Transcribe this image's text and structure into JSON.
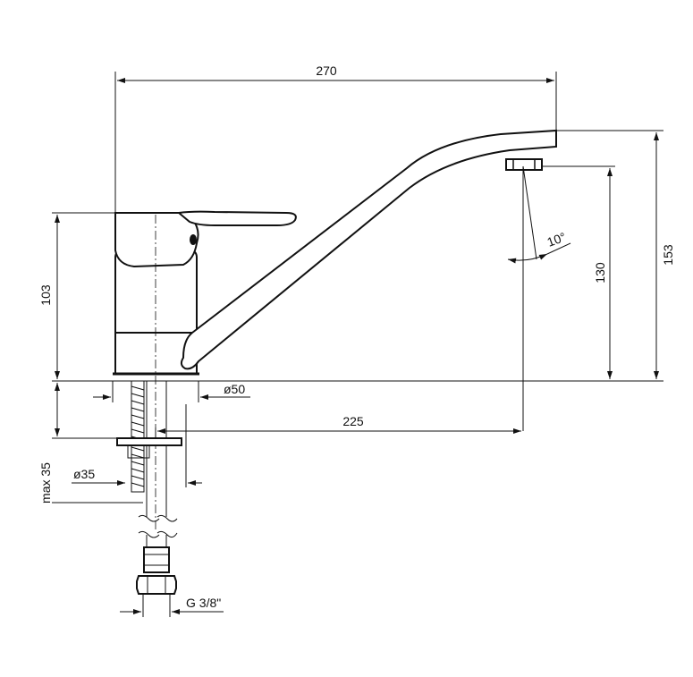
{
  "drawing": {
    "dimensions": {
      "overall_width": "270",
      "spout_height": "153",
      "outlet_height": "130",
      "body_height": "103",
      "spout_reach": "225",
      "base_diameter": "ø50",
      "hole_diameter": "ø35",
      "max_counter_thickness": "max 35",
      "connection_thread": "G 3/8\"",
      "outlet_angle": "10°"
    }
  }
}
